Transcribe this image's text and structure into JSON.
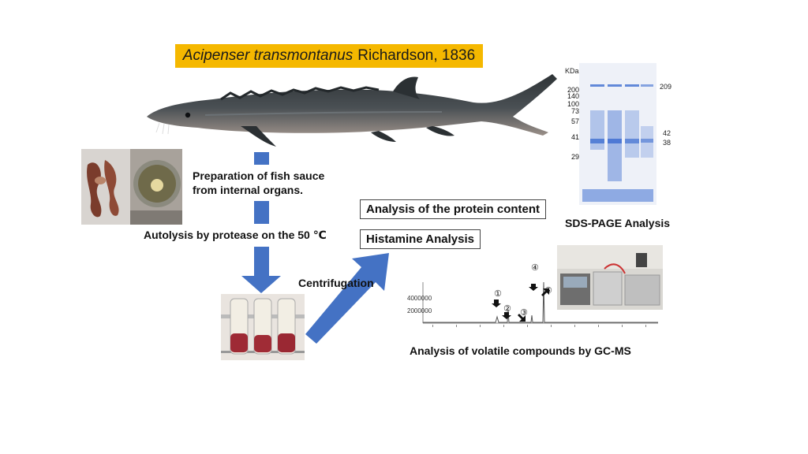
{
  "title": {
    "species_italic": "Acipenser transmontanus",
    "authority": "Richardson, 1836"
  },
  "steps": {
    "preparation_line1": "Preparation of fish sauce",
    "preparation_line2": "from internal organs.",
    "autolysis": "Autolysis by protease on the 50 ℃",
    "centrifugation": "Centrifugation",
    "protein_content": "Analysis of the protein content",
    "histamine": "Histamine Analysis",
    "sds_page": "SDS-PAGE Analysis",
    "gcms": "Analysis of volatile compounds by GC-MS"
  },
  "gel": {
    "unit": "KDa",
    "ladder": [
      "200",
      "140",
      "100",
      "73",
      "57",
      "41",
      "29"
    ],
    "bands_right": [
      "209",
      "42",
      "38"
    ]
  },
  "chromatogram": {
    "peaks": [
      "①",
      "②",
      "③",
      "④",
      "⑤"
    ],
    "y_ticks": [
      "4000000",
      "2000000"
    ]
  },
  "colors": {
    "arrow": "#4472c4",
    "banner": "#f5b800",
    "gel_blue": "#3f6fd1"
  }
}
